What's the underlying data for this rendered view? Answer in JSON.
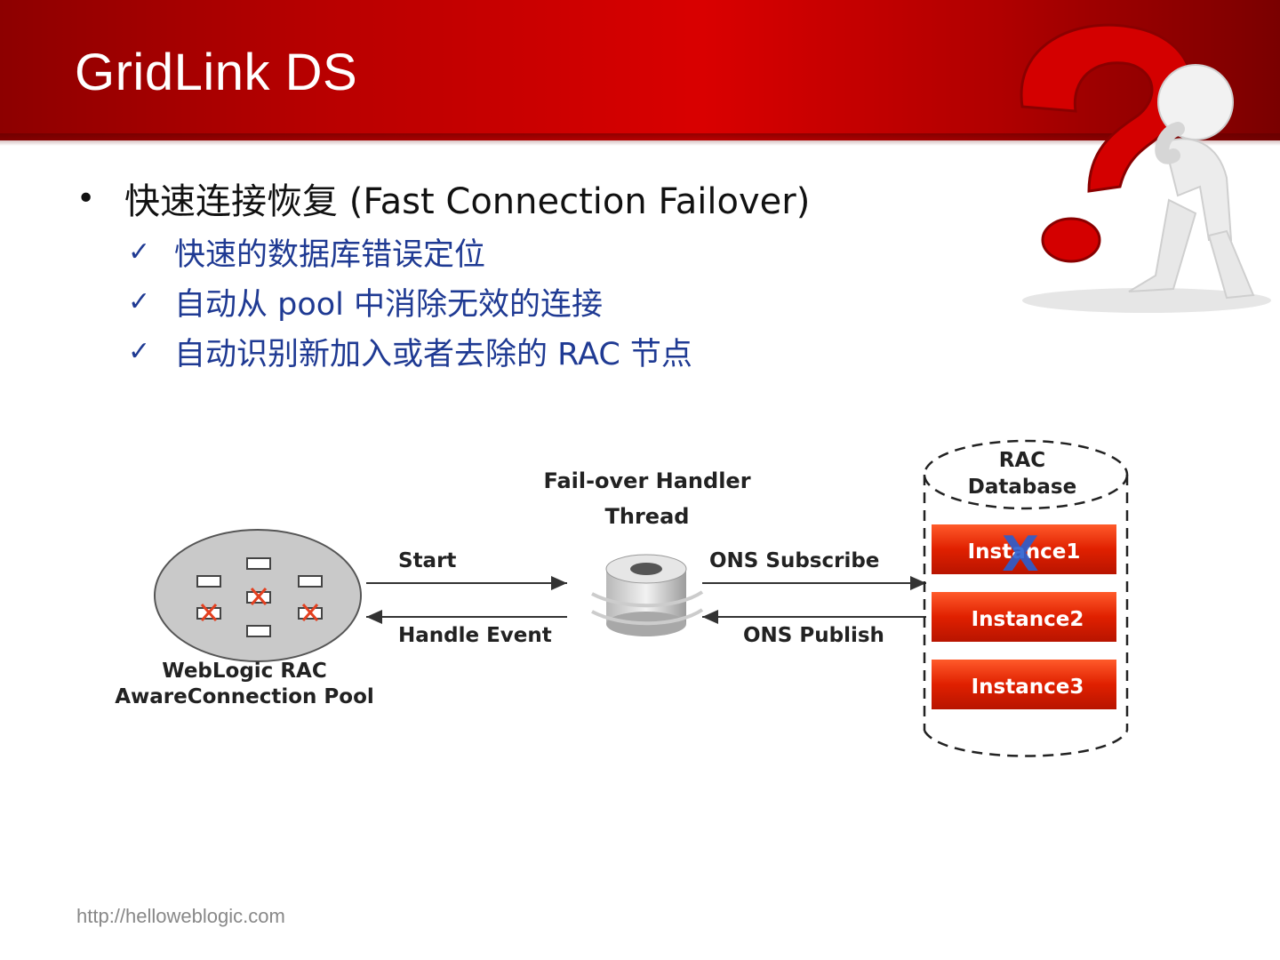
{
  "slide": {
    "title": "GridLink DS",
    "bullet": "快速连接恢复 (Fast Connection Failover)",
    "subitems": [
      "快速的数据库错误定位",
      "自动从 pool 中消除无效的连接",
      "自动识别新加入或者去除的 RAC 节点"
    ],
    "footer": "http://helloweblogic.com"
  },
  "diagram": {
    "pool_label_1": "WebLogic RAC",
    "pool_label_2": "AwareConnection Pool",
    "handler_label_1": "Fail-over Handler",
    "handler_label_2": "Thread",
    "arrow_start": "Start",
    "arrow_handle": "Handle Event",
    "arrow_subscribe": "ONS Subscribe",
    "arrow_publish": "ONS Publish",
    "db_label_1": "RAC",
    "db_label_2": "Database",
    "instances": [
      "Instance1",
      "Instance2",
      "Instance3"
    ],
    "failed_mark": "X"
  }
}
